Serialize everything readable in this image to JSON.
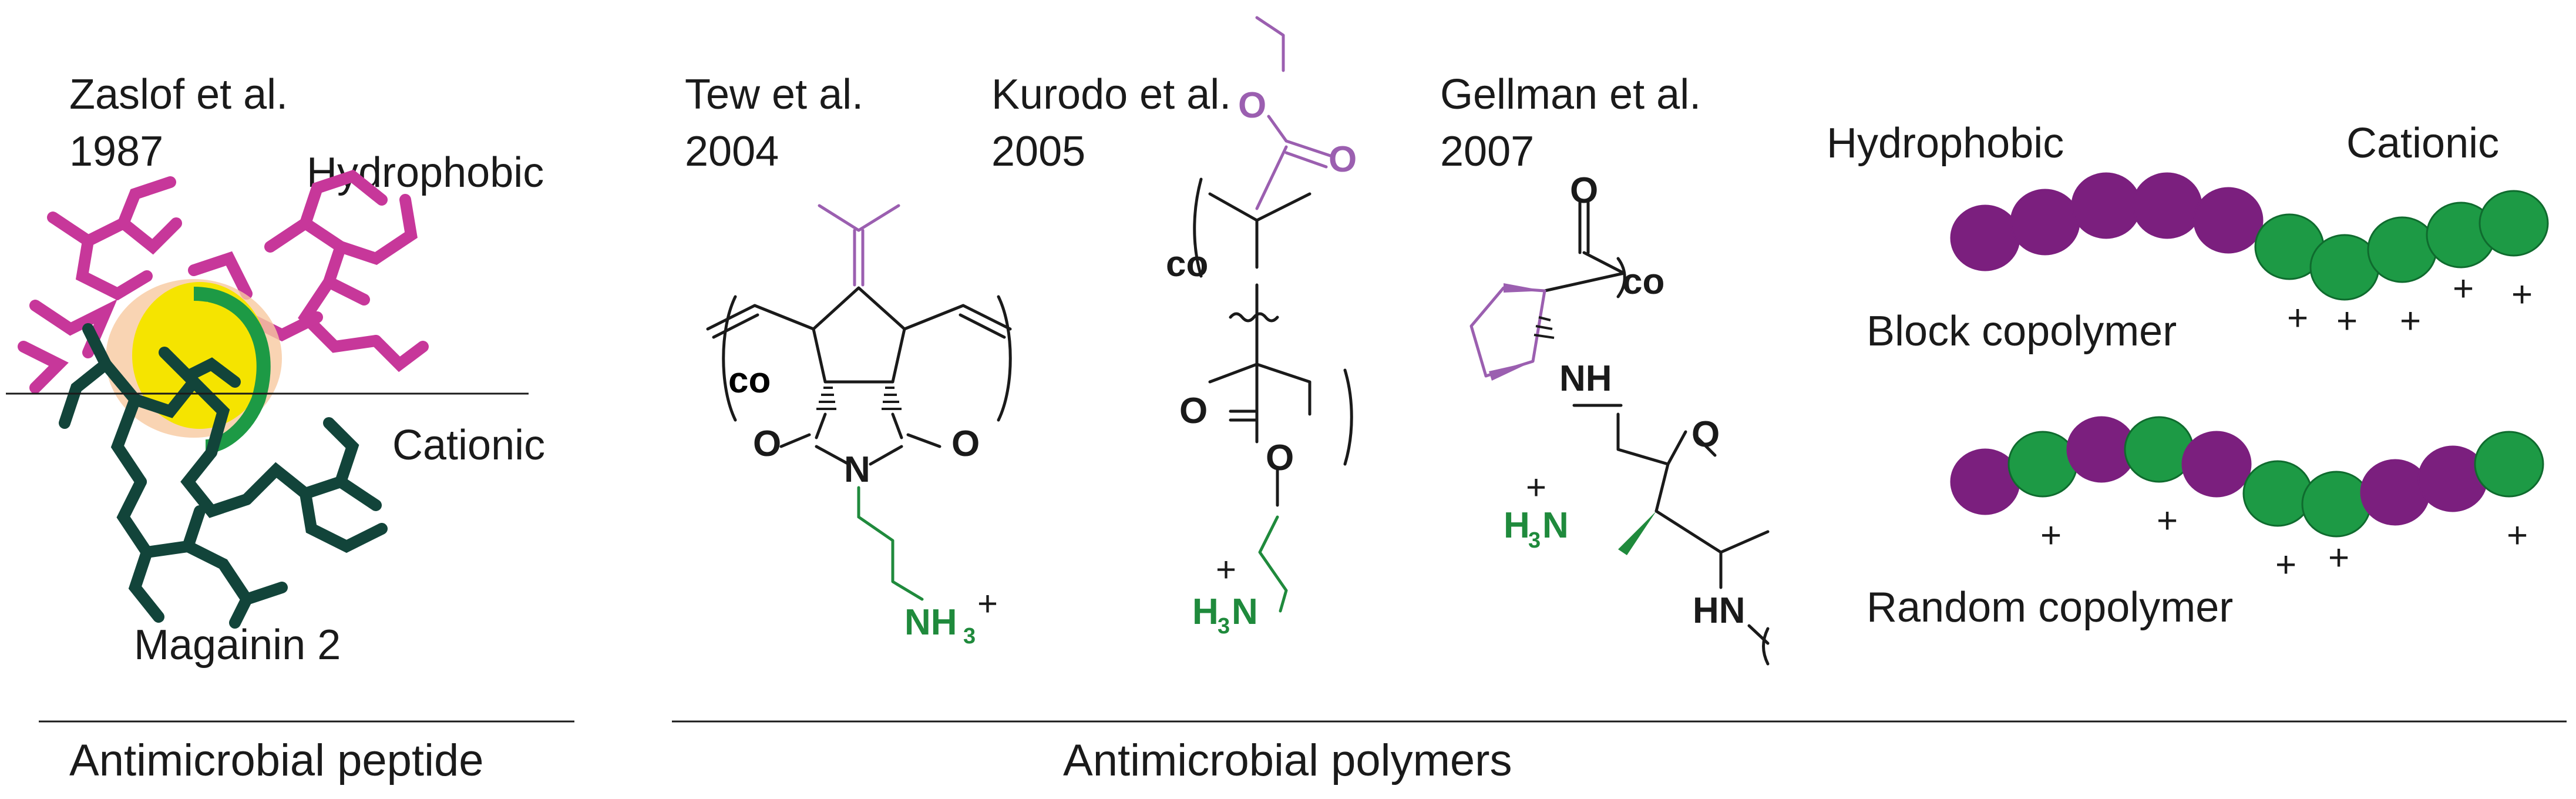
{
  "colors": {
    "hydrophobic": "#7b1f7e",
    "cationic": "#1d9a45",
    "cationic_dark": "#0f6b2e",
    "magenta_sticks": "#c7379a",
    "dark_teal_sticks": "#12443a",
    "helix_yellow": "#f5e400",
    "purple_bond": "#9b5fb0",
    "green_bond": "#1f8a3c"
  },
  "peptide": {
    "citation": {
      "author": "Zaslof et al.",
      "year": "1987"
    },
    "label_hydrophobic": "Hydrophobic",
    "label_cationic": "Cationic",
    "name": "Magainin 2",
    "section_label": "Antimicrobial peptide"
  },
  "polymers": {
    "section_label": "Antimicrobial polymers",
    "tew": {
      "author": "Tew et al.",
      "year": "2004",
      "atoms": {
        "co": "co",
        "o_left": "O",
        "o_right": "O",
        "n": "N",
        "nh3": "NH",
        "sub3": "3",
        "plus": "+"
      }
    },
    "kurodo": {
      "author": "Kurodo et al.",
      "year": "2005",
      "atoms": {
        "o_top": "O",
        "o_carbonyl": "O",
        "co": "co",
        "o_left": "O",
        "o_ester": "O",
        "plus": "+",
        "h3n": "H",
        "sub3": "3",
        "n": "N"
      }
    },
    "gellman": {
      "author": "Gellman et al.",
      "year": "2007",
      "atoms": {
        "o_top": "O",
        "co": "co",
        "nh": "NH",
        "o_right": "O",
        "plus": "+",
        "h3n": "H",
        "sub3": "3",
        "n": "N",
        "hn": "HN"
      }
    }
  },
  "copolymers": {
    "label_hydrophobic": "Hydrophobic",
    "label_cationic": "Cationic",
    "block_label": "Block copolymer",
    "random_label": "Random copolymer",
    "plus": "+",
    "block_sequence": [
      "H",
      "H",
      "H",
      "H",
      "H",
      "C",
      "C",
      "C",
      "C",
      "C"
    ],
    "random_sequence": [
      "H",
      "C",
      "H",
      "C",
      "H",
      "C",
      "C",
      "H",
      "H",
      "C"
    ]
  }
}
